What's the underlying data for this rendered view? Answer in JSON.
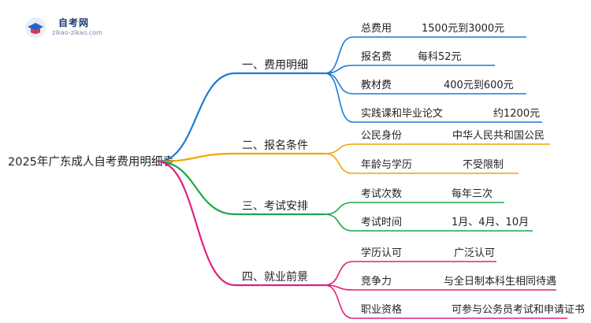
{
  "logo": {
    "name": "自考网",
    "url": "zikao-zikao.com",
    "icon": "graduation-cap-icon"
  },
  "root": {
    "label": "2025年广东成人自考费用明细表"
  },
  "colors": {
    "blue": "#1e78d6",
    "orange": "#f0a500",
    "green": "#1aa84a",
    "pink": "#e0207a"
  },
  "branches": [
    {
      "label": "一、费用明细",
      "color": "blue",
      "items": [
        {
          "label": "总费用",
          "value": "1500元到3000元"
        },
        {
          "label": "报名费",
          "value": "每科52元"
        },
        {
          "label": "教材费",
          "value": "400元到600元"
        },
        {
          "label": "实践课和毕业论文",
          "value": "约1200元"
        }
      ]
    },
    {
      "label": "二、报名条件",
      "color": "orange",
      "items": [
        {
          "label": "公民身份",
          "value": "中华人民共和国公民"
        },
        {
          "label": "年龄与学历",
          "value": "不受限制"
        }
      ]
    },
    {
      "label": "三、考试安排",
      "color": "green",
      "items": [
        {
          "label": "考试次数",
          "value": "每年三次"
        },
        {
          "label": "考试时间",
          "value": "1月、4月、10月"
        }
      ]
    },
    {
      "label": "四、就业前景",
      "color": "pink",
      "items": [
        {
          "label": "学历认可",
          "value": "广泛认可"
        },
        {
          "label": "竞争力",
          "value": "与全日制本科生相同待遇"
        },
        {
          "label": "职业资格",
          "value": "可参与公务员考试和申请证书"
        }
      ]
    }
  ]
}
